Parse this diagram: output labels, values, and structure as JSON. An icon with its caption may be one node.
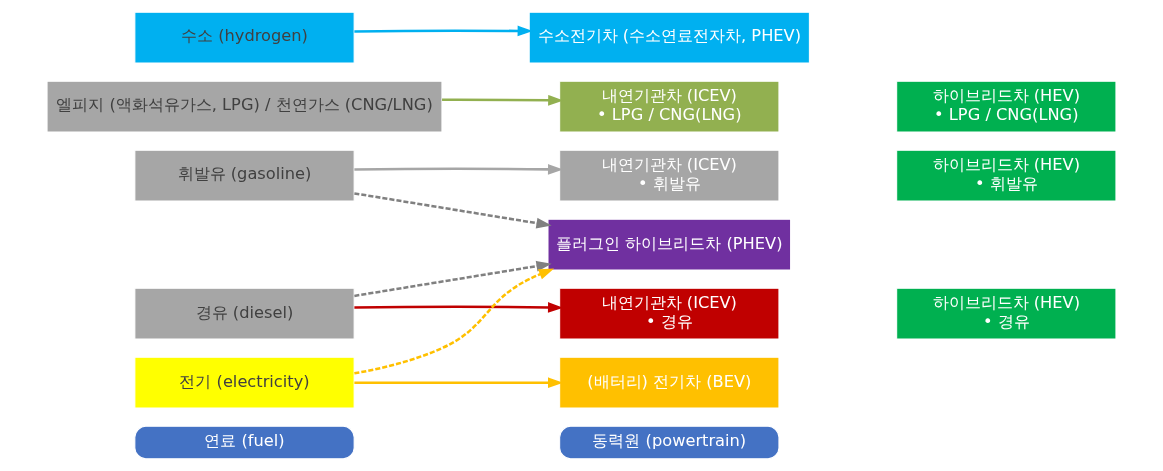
{
  "diagram": {
    "nodes": [
      {
        "text": [
          "연료 (fuel)"
        ]
      },
      {
        "text": [
          "동력원 (powertrain)"
        ]
      },
      {
        "text": [
          "휘발유 (gasoline)"
        ]
      },
      {
        "text": [
          "내연기관차 (ICEV)",
          "• 휘발유"
        ]
      },
      {
        "text": [
          "하이브리드차 (HEV)",
          "• 휘발유"
        ]
      },
      {
        "text": [
          "경유 (diesel)"
        ]
      },
      {
        "text": [
          "내연기관차 (ICEV)",
          "• 경유"
        ]
      },
      {
        "text": [
          "하이브리드차 (HEV)",
          "• 경유"
        ]
      },
      {
        "text": [
          "엘피지 (액화석유가스, LPG) / 천연가스 (CNG/LNG)"
        ]
      },
      {
        "text": [
          "내연기관차 (ICEV)",
          "• LPG / CNG(LNG)"
        ]
      },
      {
        "text": [
          "하이브리드차 (HEV)",
          "• LPG / CNG(LNG)"
        ]
      },
      {
        "text": [
          "플러그인 하이브리드차 (PHEV)"
        ]
      },
      {
        "text": [
          "전기 (electricity)"
        ]
      },
      {
        "text": [
          "(배터리) 전기차 (BEV)"
        ]
      },
      {
        "text": [
          "수소 (hydrogen)"
        ]
      },
      {
        "text": [
          "수소전기차 (수소연료전자차, PHEV)"
        ]
      }
    ],
    "edges": [
      {
        "from": 2,
        "to": 3,
        "arrow": "to",
        "color": "#a6a6a6"
      },
      {
        "from": 5,
        "to": 6,
        "arrow": "to",
        "color": "#c00000"
      },
      {
        "from": 8,
        "to": 9,
        "arrow": "to",
        "color": "#92b050"
      },
      {
        "from": 2,
        "to": 11,
        "arrow": "to",
        "style": "dashed",
        "color": "#808080"
      },
      {
        "from": 5,
        "to": 11,
        "arrow": "to",
        "style": "dashed",
        "color": "#808080"
      },
      {
        "from": 12,
        "to": 11,
        "arrow": "to",
        "style": "dashed",
        "color": "#ffc000"
      },
      {
        "from": 12,
        "to": 13,
        "arrow": "to",
        "color": "#ffc000"
      },
      {
        "from": 14,
        "to": 15,
        "arrow": "to",
        "color": "#00b0f0"
      }
    ]
  }
}
